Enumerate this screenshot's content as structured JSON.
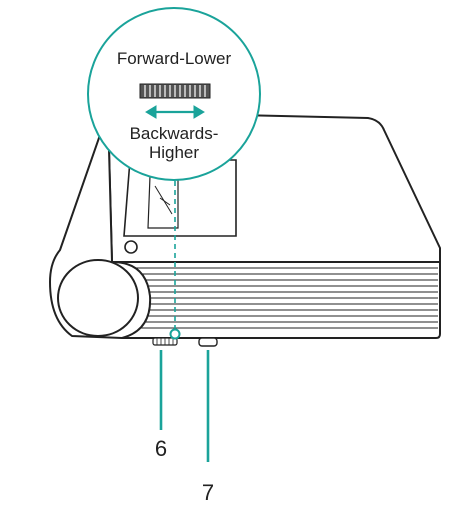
{
  "callout": {
    "top_label": "Forward-Lower",
    "bottom_label_line1": "Backwards-",
    "bottom_label_line2": "Higher"
  },
  "markers": {
    "six": "6",
    "seven": "7"
  },
  "colors": {
    "accent": "#1aa39a",
    "outline": "#222222",
    "background": "#ffffff"
  },
  "icons": [
    "adjustment-wheel-icon",
    "double-arrow-icon",
    "lens-icon",
    "power-button-icon"
  ]
}
